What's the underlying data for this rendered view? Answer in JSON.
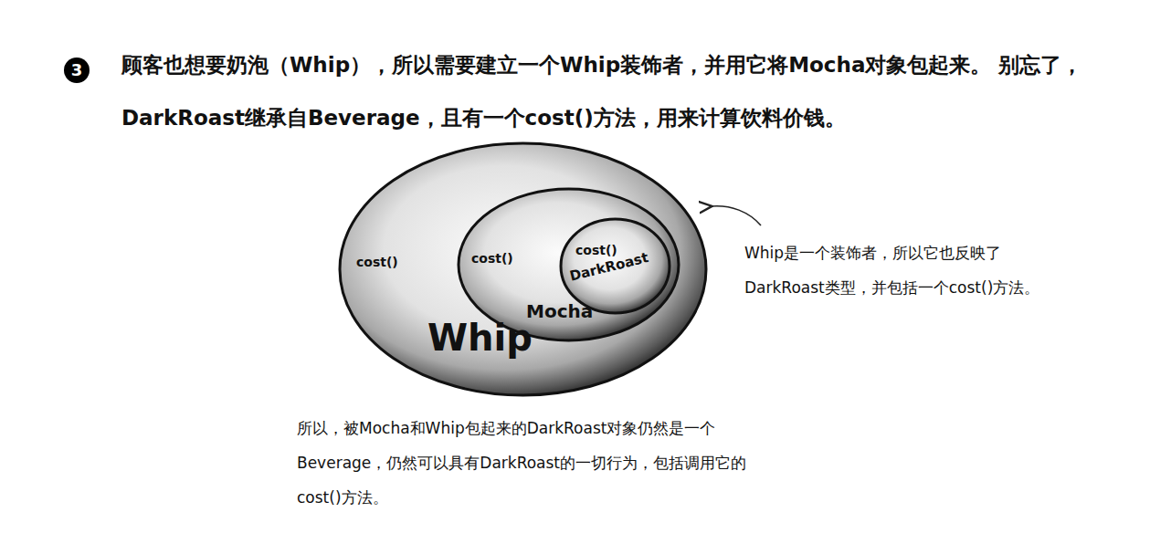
{
  "diagram": {
    "title": "顾客也想要奶泡（Whip），所以需要建立一个Whip装饰者，并用它将Mocha对象包起来。 别忘了，DarkRoast继承自Beverage，且有一个cost()方法，用来计算饮料价钱。",
    "nodes": [
      {
        "text": [
          "cost()",
          "Whip"
        ]
      },
      {
        "text": [
          "cost()",
          "Mocha"
        ],
        "in": 0
      },
      {
        "text": [
          "cost()",
          "DarkRoast"
        ],
        "in": 1
      }
    ],
    "labels": [
      "3",
      "Whip是一个装饰者，所以它也反映了DarkRoast类型，并包括一个cost()方法。",
      "所以，被Mocha和Whip包起来的DarkRoast对象仍然是一个Beverage，仍然可以具有DarkRoast的一切行为，包括调用它的cost()方法。"
    ]
  }
}
